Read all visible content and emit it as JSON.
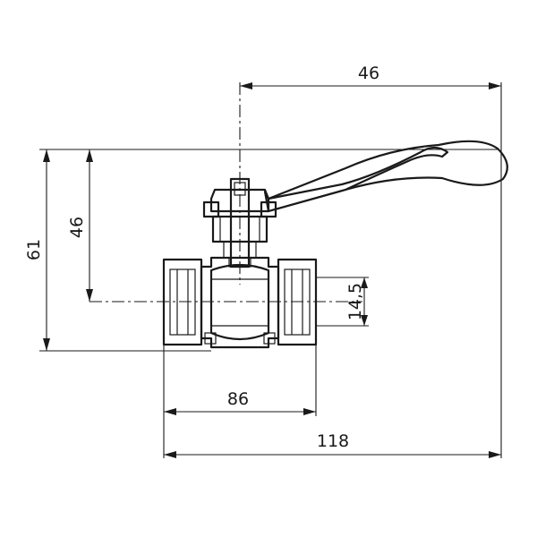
{
  "dimensions": {
    "handle_length": "46",
    "overall_height": "61",
    "height_to_axis": "46",
    "bore_offset": "14,5",
    "body_length": "86",
    "overall_length": "118"
  }
}
